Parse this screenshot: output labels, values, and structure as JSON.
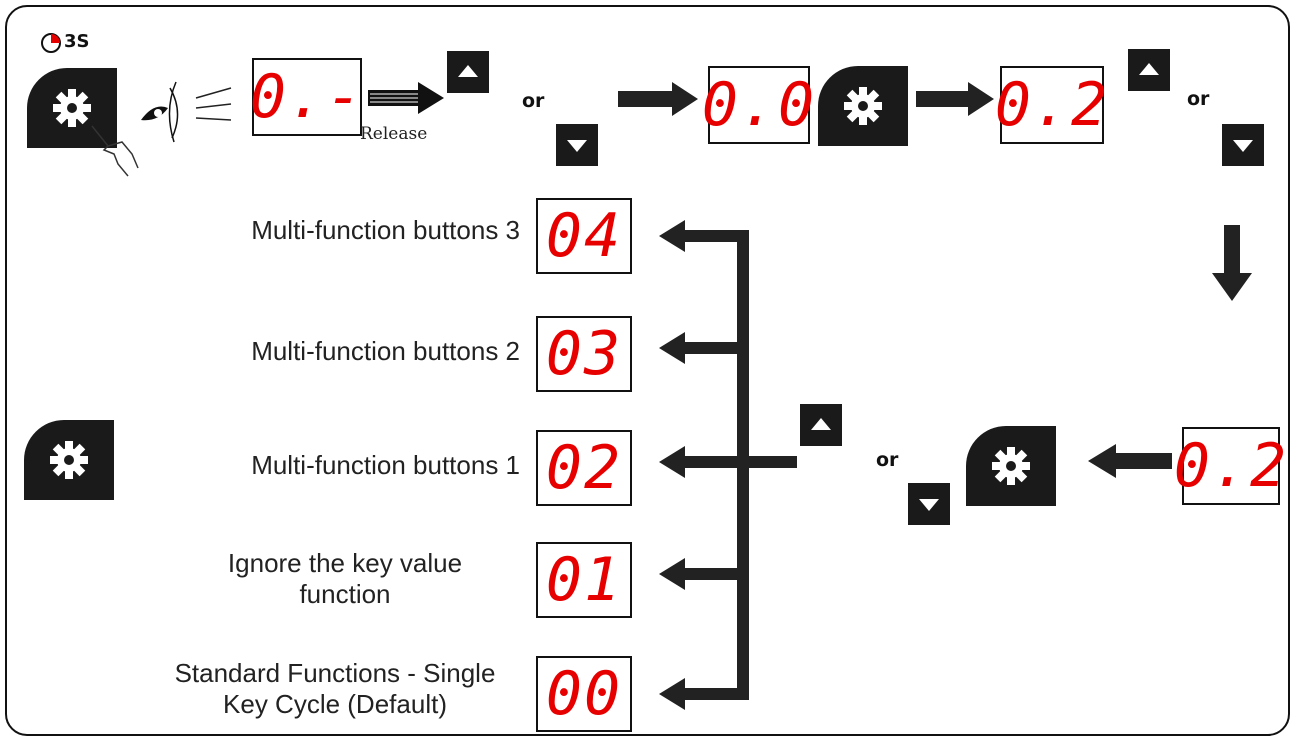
{
  "timer": {
    "label": "3S",
    "icon": "clock-icon"
  },
  "top_row": {
    "display_1": "0.-",
    "release_label": "Release",
    "or_1": "or",
    "display_2": "0.0",
    "display_3": "0.2",
    "or_2": "or"
  },
  "right_column": {
    "display_4": "0.2",
    "or_3": "or"
  },
  "options": [
    {
      "display": "04",
      "label": "Multi-function buttons 3"
    },
    {
      "display": "03",
      "label": "Multi-function buttons 2"
    },
    {
      "display": "02",
      "label": "Multi-function buttons 1"
    },
    {
      "display": "01",
      "label": "Ignore the key value function"
    },
    {
      "display": "00",
      "label": "Standard Functions - Single Key Cycle (Default)"
    }
  ],
  "colors": {
    "segment": "#e60000",
    "button": "#1a1a1a",
    "arrow": "#222222"
  },
  "icons": [
    "gear-icon",
    "eye-icon",
    "hand-pointer-icon",
    "up-arrow-icon",
    "down-arrow-icon",
    "flow-arrow-icon"
  ]
}
